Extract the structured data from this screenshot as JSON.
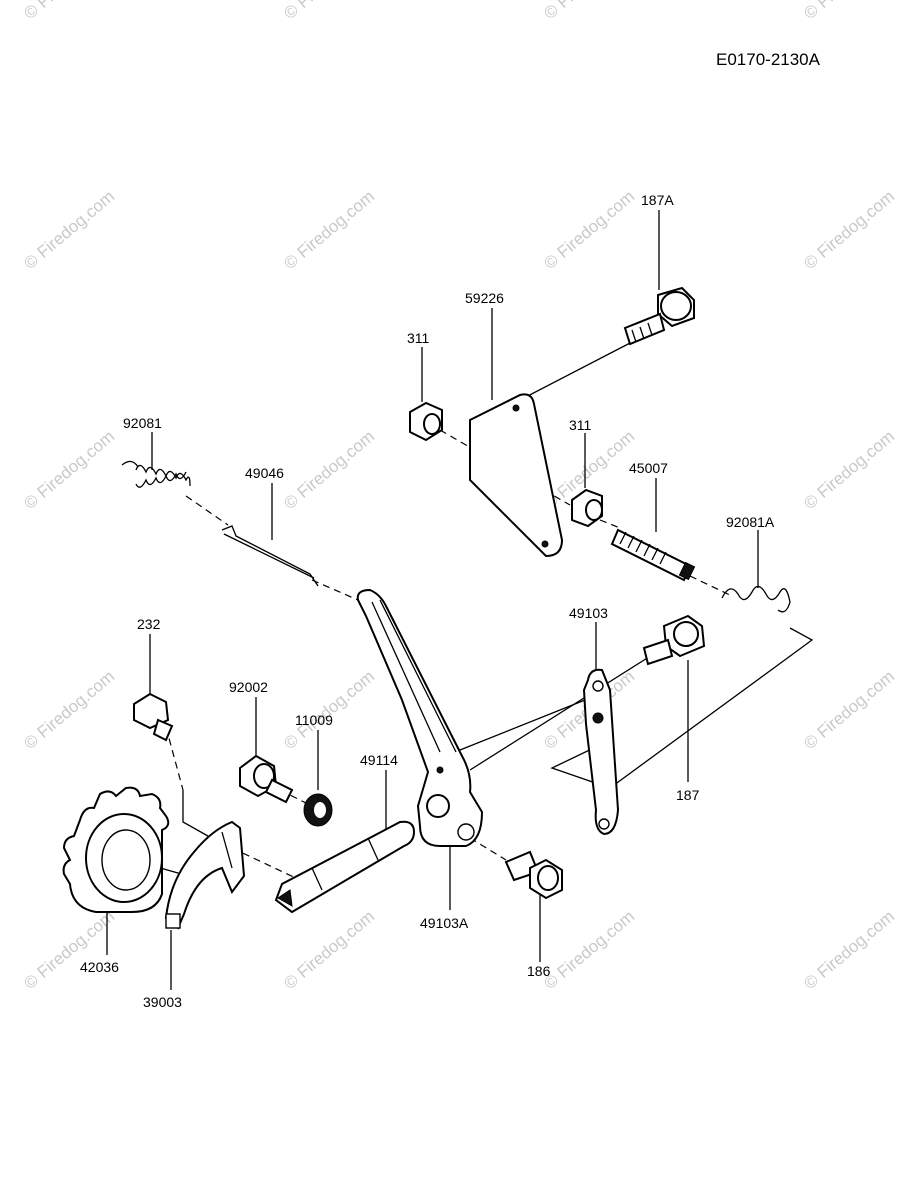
{
  "reference": "E0170-2130A",
  "watermark": "© Firedog.com",
  "parts": [
    {
      "id": "187A"
    },
    {
      "id": "59226"
    },
    {
      "id": "311"
    },
    {
      "id": "311"
    },
    {
      "id": "45007"
    },
    {
      "id": "92081A"
    },
    {
      "id": "92081"
    },
    {
      "id": "49046"
    },
    {
      "id": "49103"
    },
    {
      "id": "187"
    },
    {
      "id": "232"
    },
    {
      "id": "92002"
    },
    {
      "id": "11009"
    },
    {
      "id": "49114"
    },
    {
      "id": "49103A"
    },
    {
      "id": "186"
    },
    {
      "id": "42036"
    },
    {
      "id": "39003"
    }
  ]
}
